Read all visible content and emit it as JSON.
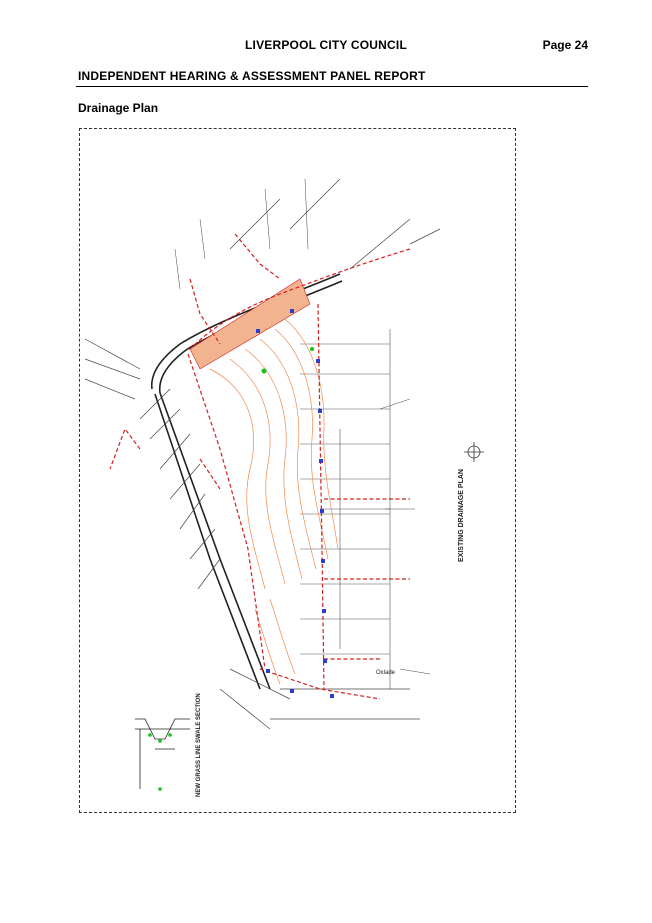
{
  "header": {
    "council": "LIVERPOOL CITY COUNCIL",
    "page": "Page 24",
    "report_title": "INDEPENDENT HEARING & ASSESSMENT PANEL REPORT"
  },
  "section": {
    "title": "Drainage Plan"
  },
  "drawing": {
    "plan_title": "EXISTING DRAINAGE PLAN",
    "section_title": "NEW GRASS LINE SWALE SECTION",
    "street_label": "Oxlade",
    "colors": {
      "drainage": "#d42020",
      "contours": "#f08a4b",
      "boundary": "#333333",
      "pits": "#2a3fd0",
      "hatch": "#f2b48f",
      "marker": "#19c219"
    }
  }
}
